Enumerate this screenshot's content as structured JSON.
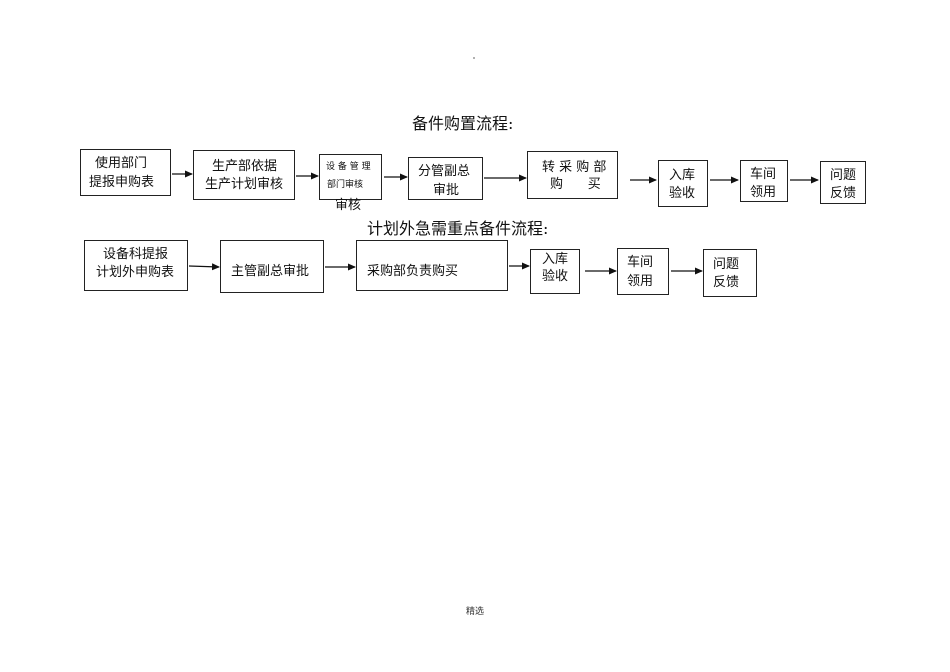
{
  "header_mark": "·",
  "flow1": {
    "title": "备件购置流程:",
    "steps": [
      {
        "line1": "使用部门",
        "line2": "提报申购表"
      },
      {
        "line1": "生产部依据",
        "line2": "生产计划审核"
      },
      {
        "line1": "设 备 管 理",
        "line2": "部门审核",
        "extra": "审核"
      },
      {
        "line1": "分管副总",
        "line2": "审批"
      },
      {
        "line1": "转 采 购 部",
        "line2": "购      买"
      },
      {
        "line1": "入库",
        "line2": "验收"
      },
      {
        "line1": "车间",
        "line2": "领用"
      },
      {
        "line1": "问题",
        "line2": "反馈"
      }
    ]
  },
  "flow2": {
    "title": "计划外急需重点备件流程:",
    "steps": [
      {
        "line1": "设备科提报",
        "line2": "计划外申购表"
      },
      {
        "line1": "主管副总审批"
      },
      {
        "line1": "采购部负责购买"
      },
      {
        "line1": "入库",
        "line2": "验收"
      },
      {
        "line1": "车间",
        "line2": "领用"
      },
      {
        "line1": "问题",
        "line2": "反馈"
      }
    ]
  },
  "footer": "精选"
}
